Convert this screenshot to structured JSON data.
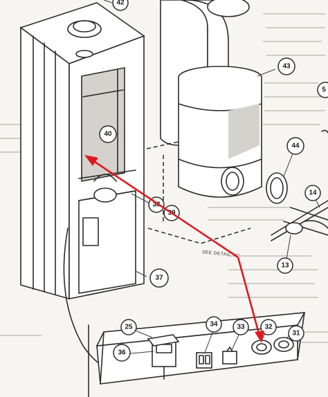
{
  "callouts": {
    "c25": "25",
    "c31": "31",
    "c32": "32",
    "c33": "33",
    "c34": "34",
    "c36": "36",
    "c37": "37",
    "c38": "38",
    "c39": "39",
    "c40": "40",
    "c42": "42",
    "c43": "43",
    "c44": "44",
    "c5": "5",
    "c13": "13",
    "c14": "14"
  },
  "notes": {
    "see_detail": "SEE DETAIL \"A\""
  },
  "colors": {
    "arrow": "#e0191f",
    "ink": "#2b2b2b",
    "paper": "#f6f5f1"
  },
  "icons": {
    "arrow": "red-arrow-icon"
  }
}
